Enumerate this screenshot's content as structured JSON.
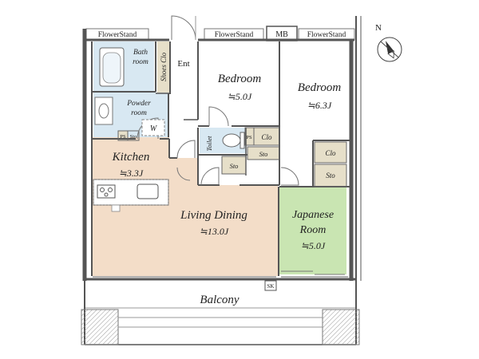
{
  "rooms": {
    "bedroom1": {
      "name": "Bedroom",
      "area": "≒5.0J"
    },
    "bedroom2": {
      "name": "Bedroom",
      "area": "≒6.3J"
    },
    "kitchen": {
      "name": "Kitchen",
      "area": "≒3.3J"
    },
    "living": {
      "name": "Living Dining",
      "area": "≒13.0J"
    },
    "japanese": {
      "name_line1": "Japanese",
      "name_line2": "Room",
      "area": "≒5.0J"
    },
    "bath": {
      "line1": "Bath",
      "line2": "room"
    },
    "powder": {
      "line1": "Powder",
      "line2": "room"
    },
    "balcony": "Balcony"
  },
  "labels": {
    "flowerstand_left": "FlowerStand",
    "flowerstand_mid": "FlowerStand",
    "flowerstand_right": "FlowerStand",
    "mb": "MB",
    "shoes_clo": "Shoes Clo",
    "ent": "Ent",
    "toilet": "Toilet",
    "ps_powder": "PS",
    "sto_powder": "Sto",
    "ps_hall": "PS",
    "clo_hall": "Clo",
    "sto_hall_right": "Sto",
    "sto_hall_left": "Sto",
    "w": "W",
    "clo_bed2": "Clo",
    "sto_bed2": "Sto",
    "sk": "SK"
  },
  "compass": {
    "north_label": "N"
  },
  "colors": {
    "living_floor": "#f3ddc8",
    "japanese_floor": "#c9e5b2",
    "wet_area": "#d8e8f2",
    "storage": "#e6dfc9",
    "wall": "#555555",
    "pillar": "#8a8a8a"
  }
}
